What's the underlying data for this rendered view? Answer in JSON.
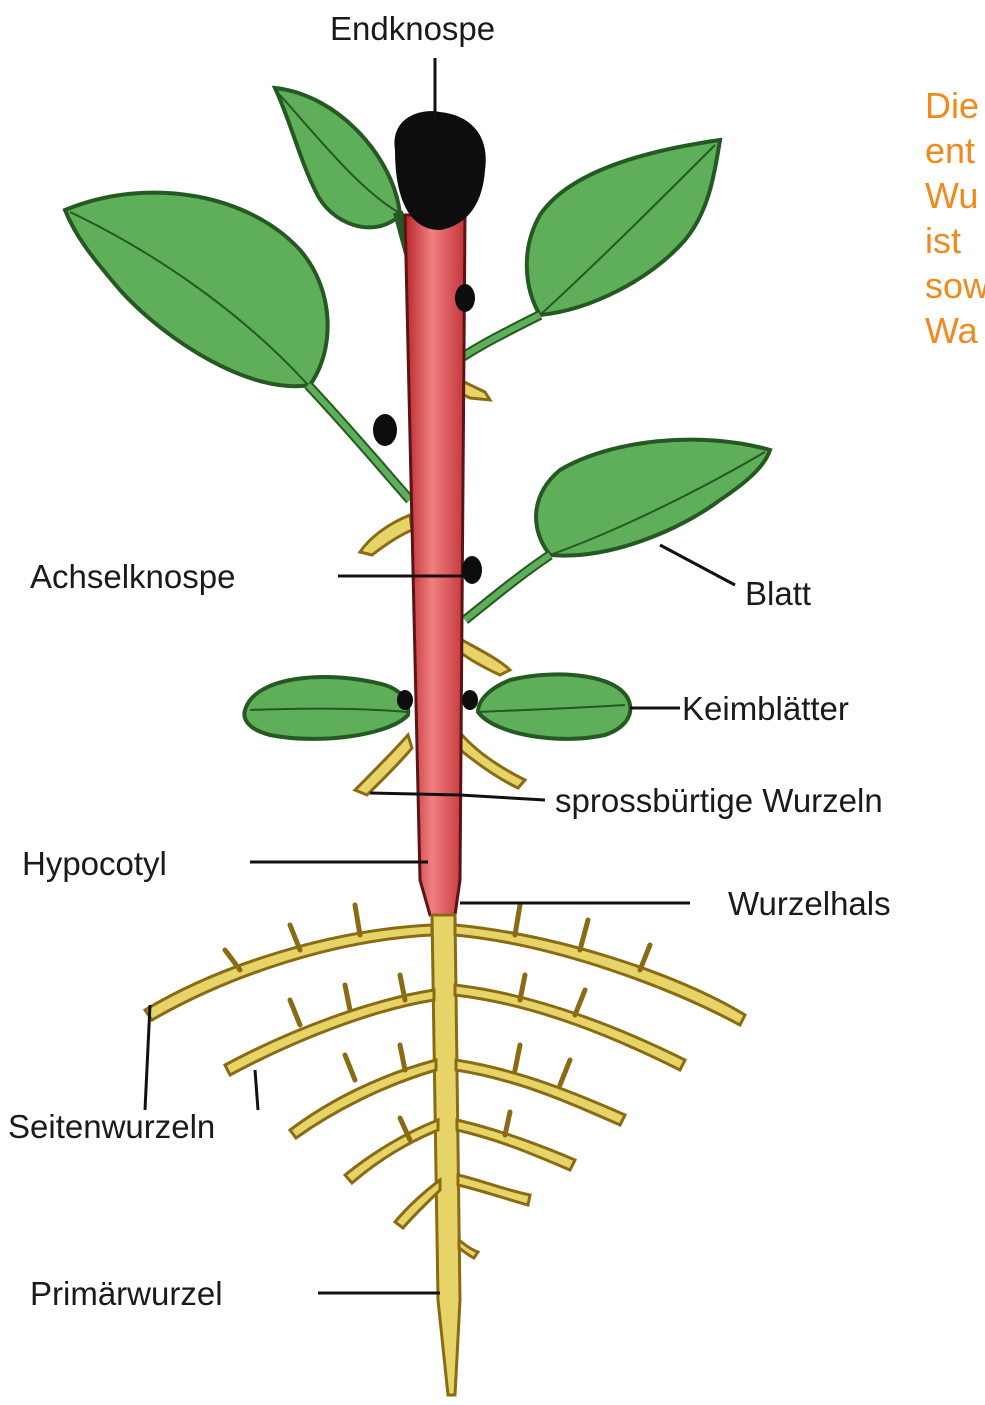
{
  "labels": {
    "endknospe": "Endknospe",
    "achselknospe": "Achselknospe",
    "blatt": "Blatt",
    "keimblaetter": "Keimblätter",
    "sprossbuertige": "sprossbürtige Wurzeln",
    "hypocotyl": "Hypocotyl",
    "wurzelhals": "Wurzelhals",
    "seitenwurzeln": "Seitenwurzeln",
    "primaerwurzel": "Primärwurzel"
  },
  "side_text": {
    "line1": "Die",
    "line2": "ent",
    "line3": "Wu",
    "line4": "ist",
    "line5": "sow",
    "line6": "Wa"
  },
  "colors": {
    "leaf": "#5fae5a",
    "leaf_dark": "#245a22",
    "stem": "#d9484b",
    "bud": "#0d0d0d",
    "root": "#e7d468",
    "root_dark": "#8a6b14",
    "side_text": "#f08a1c"
  }
}
